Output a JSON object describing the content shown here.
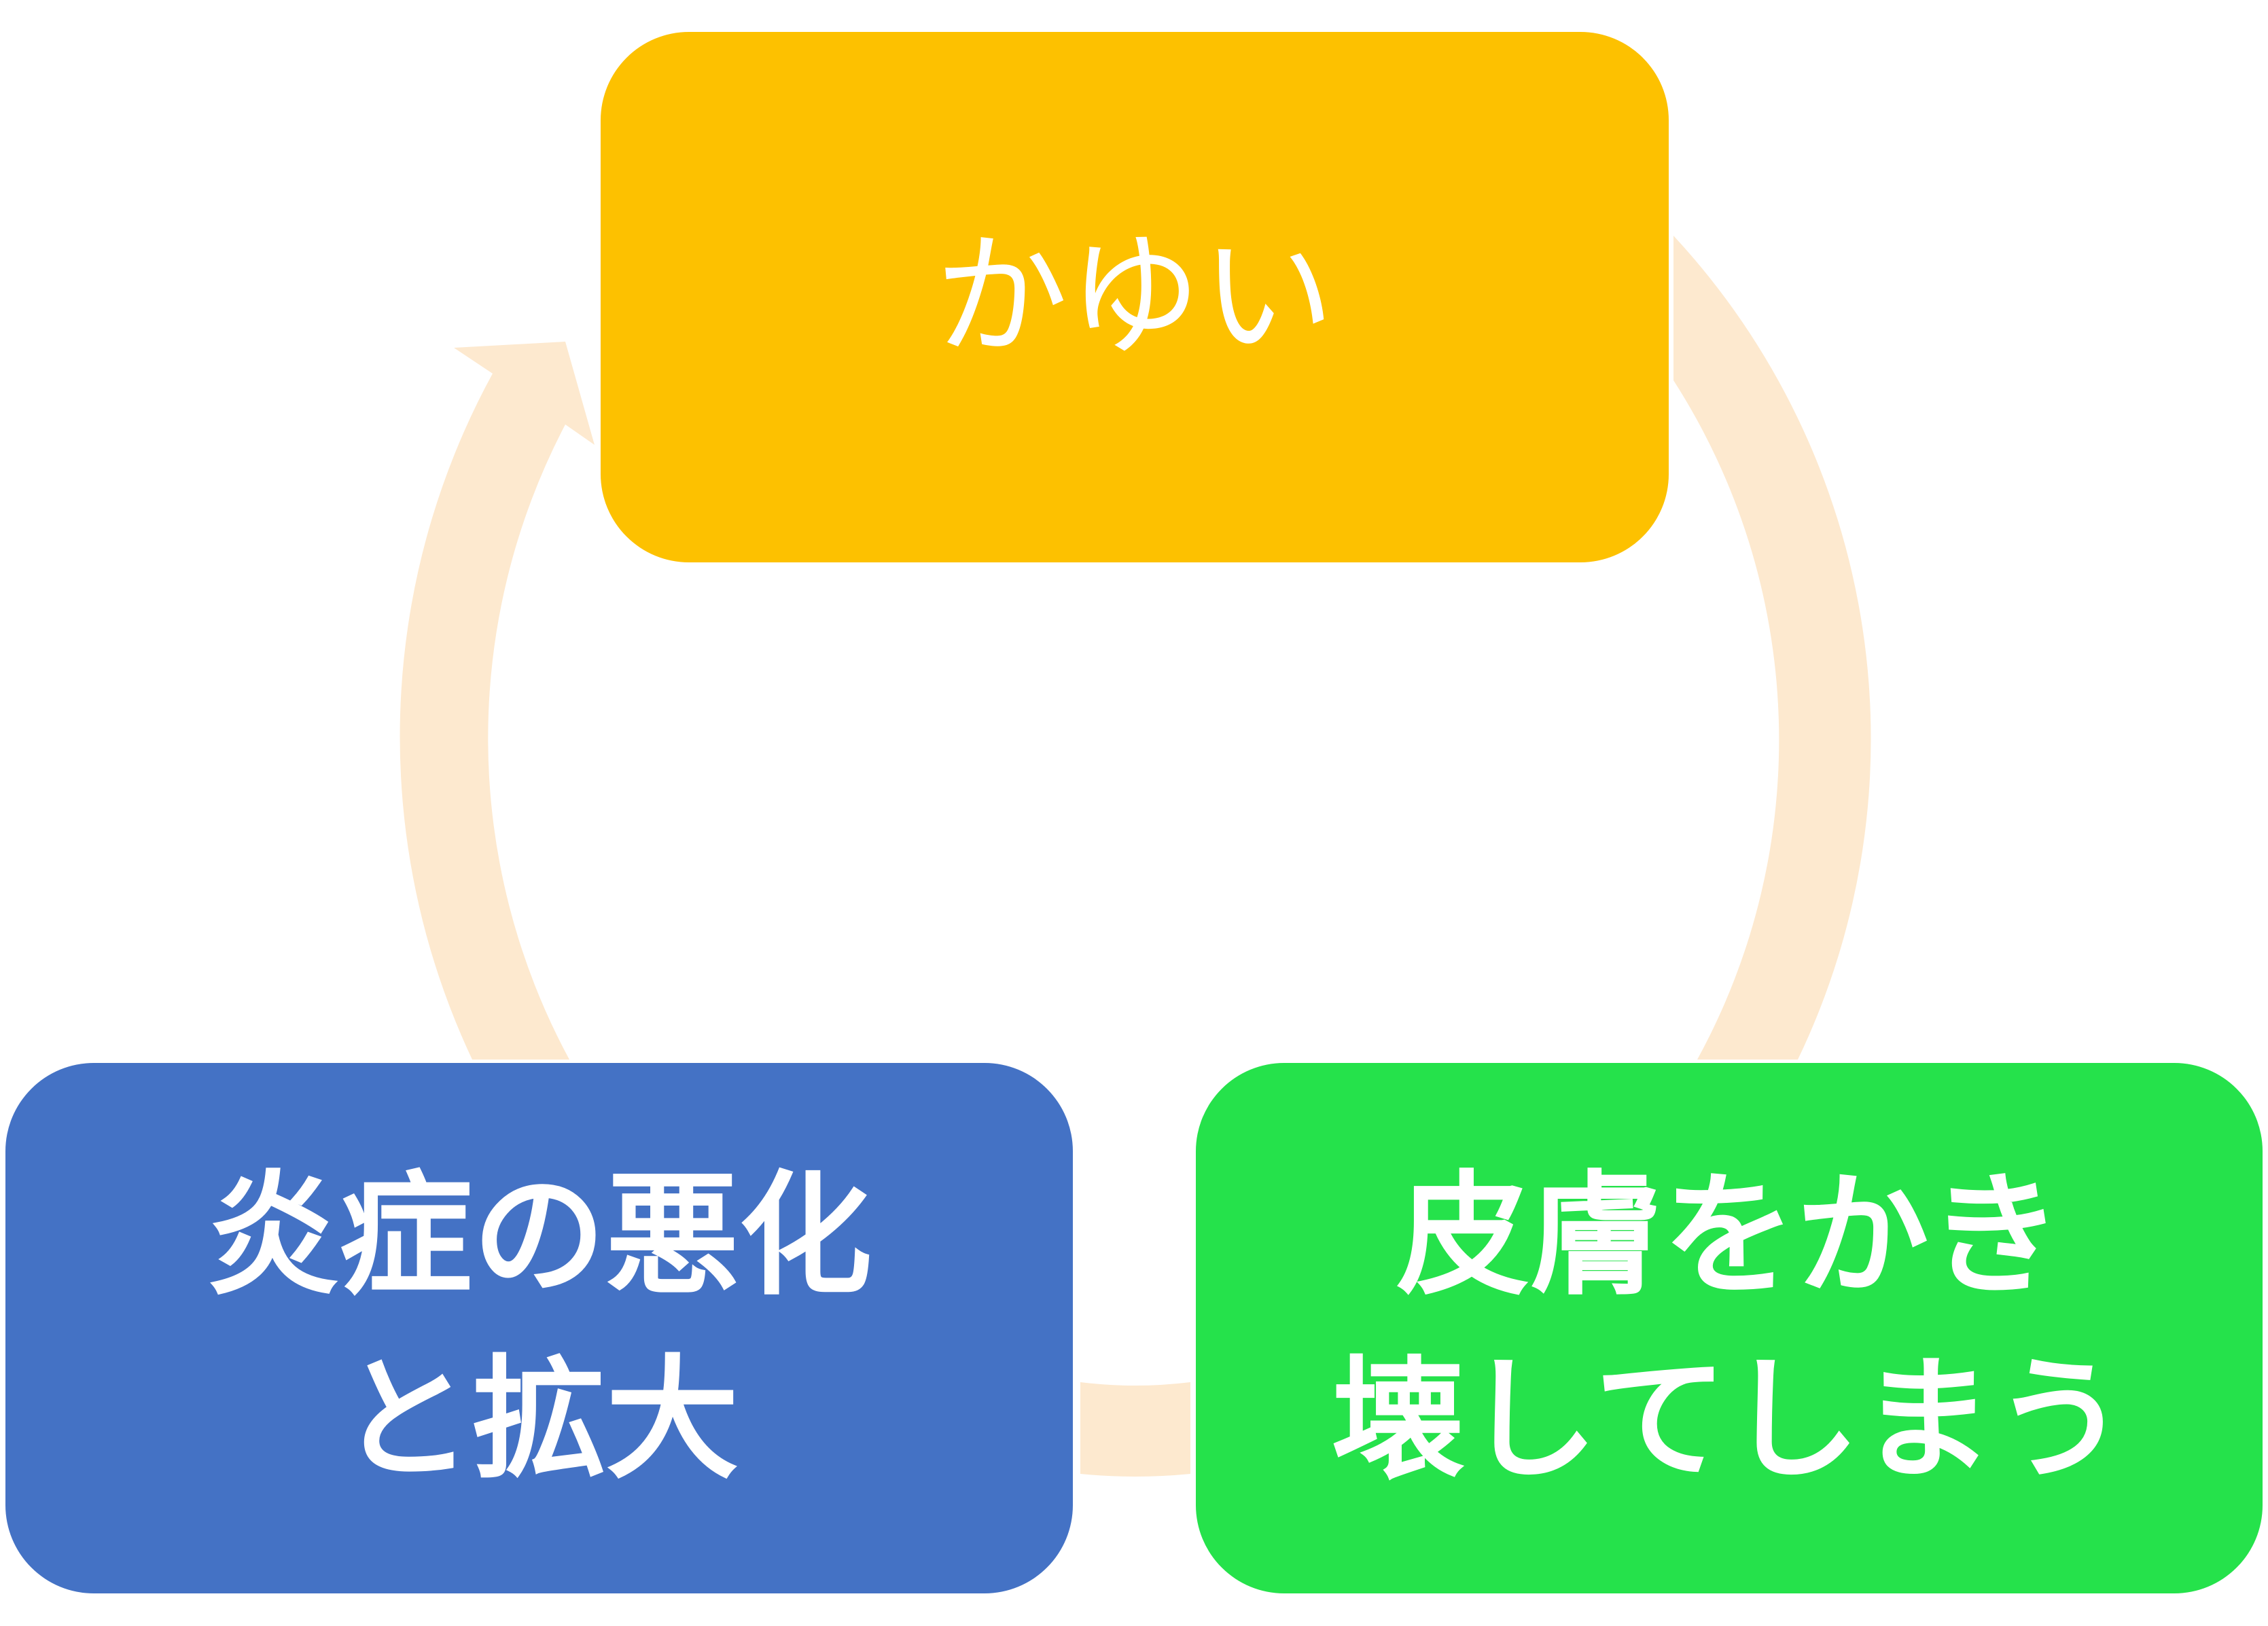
{
  "diagram": {
    "type": "cycle",
    "colors": {
      "arrow": "#fde9cf",
      "text": "#ffffff"
    },
    "nodes": [
      {
        "id": "itch",
        "label": "かゆい",
        "color": "#fdc100"
      },
      {
        "id": "scratch",
        "label": "皮膚をかき\n壊してしまう",
        "color": "#25e24b"
      },
      {
        "id": "inflame",
        "label": "炎症の悪化\nと拡大",
        "color": "#4472c5"
      }
    ],
    "edges": [
      {
        "from": "itch",
        "to": "scratch"
      },
      {
        "from": "scratch",
        "to": "inflame"
      },
      {
        "from": "inflame",
        "to": "itch"
      }
    ]
  }
}
